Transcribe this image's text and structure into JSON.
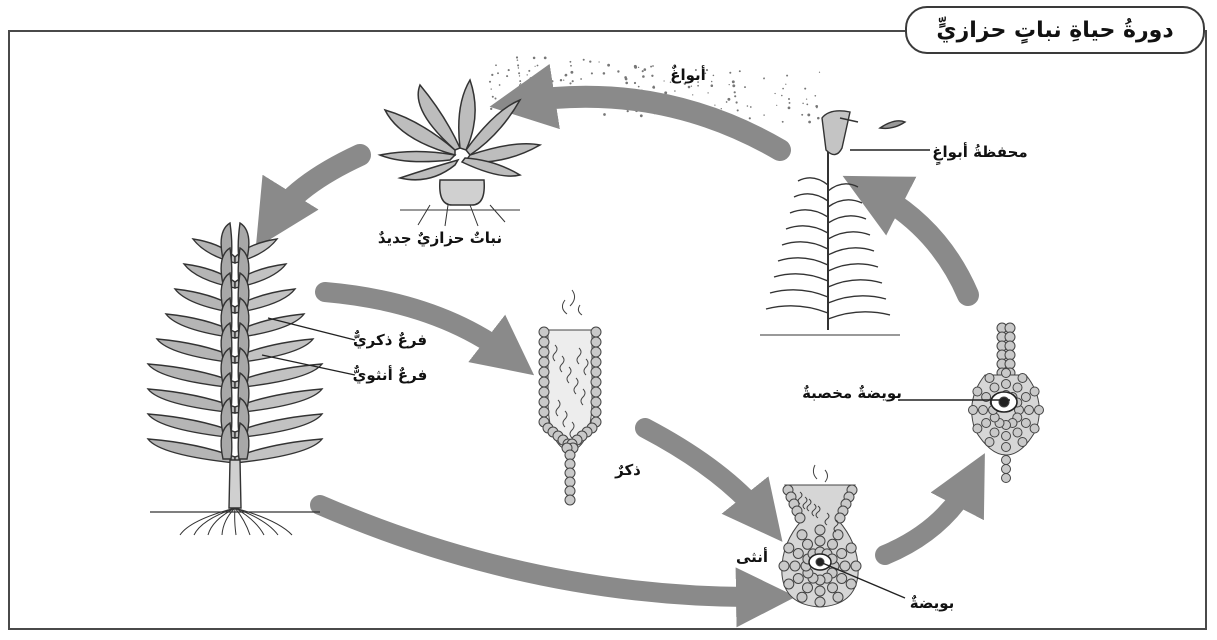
{
  "title": "دورةُ حياةِ نباتٍ حزازيٍّ",
  "labels": {
    "spores": "أبواغٌ",
    "spore_capsule": "محفظةُ أبواغٍ",
    "new_moss": "نباتٌ حزازيٌ جديدٌ",
    "male_branch": "فرعٌ ذكريٌّ",
    "female_branch": "فرعٌ أنثويٌّ",
    "male": "ذكرٌ",
    "fertilized_egg": "بويضةٌ مخصبةٌ",
    "female": "أنثى",
    "egg": "بويضةٌ"
  },
  "colors": {
    "arrow": "#8a8a8a",
    "outline": "#333333",
    "leaf": "#b8b8b8",
    "cell": "#c9c9c9"
  }
}
